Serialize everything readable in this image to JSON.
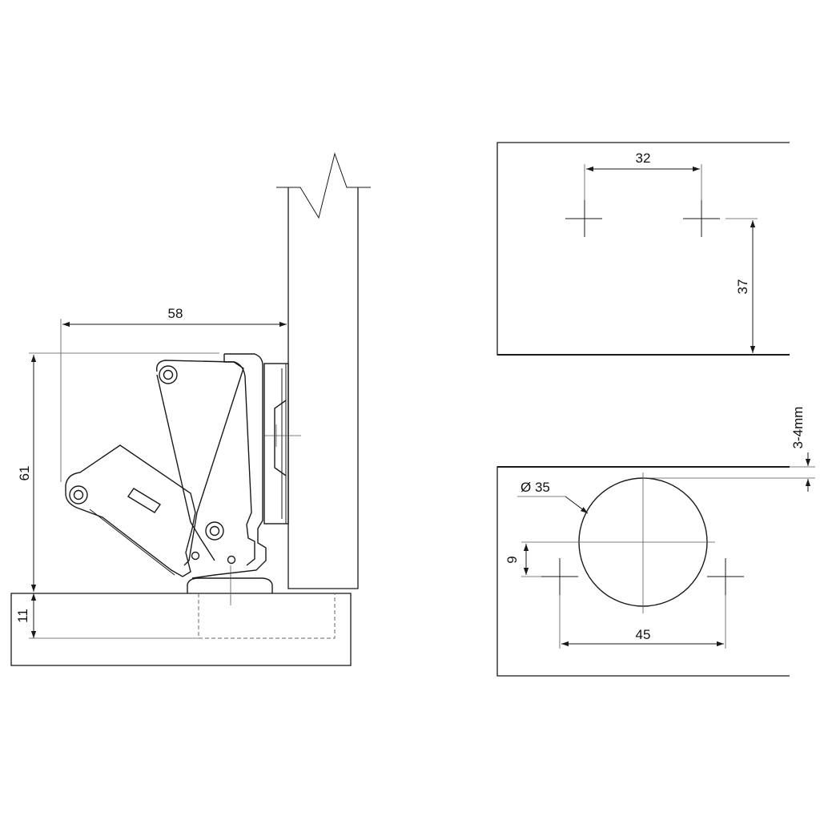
{
  "colors": {
    "line": "#1a1a1a",
    "background": "#ffffff"
  },
  "side_view": {
    "dim_width": "58",
    "dim_height": "61",
    "dim_base": "11"
  },
  "door_top_view": {
    "dim_screw_spacing": "32",
    "dim_edge_to_screws": "37"
  },
  "cup_bore_view": {
    "dim_diameter": "Ø 35",
    "dim_edge_distance": "3-4mm",
    "dim_screw_offset": "9",
    "dim_screw_spacing": "45"
  }
}
